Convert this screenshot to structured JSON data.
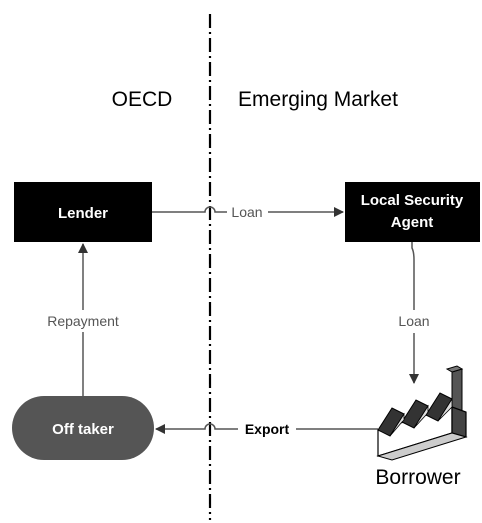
{
  "regions": {
    "left": "OECD",
    "right": "Emerging Market"
  },
  "nodes": {
    "lender": "Lender",
    "agent_line1": "Local Security",
    "agent_line2": "Agent",
    "off_taker": "Off taker",
    "borrower": "Borrower"
  },
  "edges": {
    "loan_top": "Loan",
    "loan_right": "Loan",
    "repayment": "Repayment",
    "export": "Export"
  },
  "colors": {
    "box_fill": "#000000",
    "offtaker_fill": "#555555",
    "line": "#555555",
    "divider": "#000000"
  }
}
